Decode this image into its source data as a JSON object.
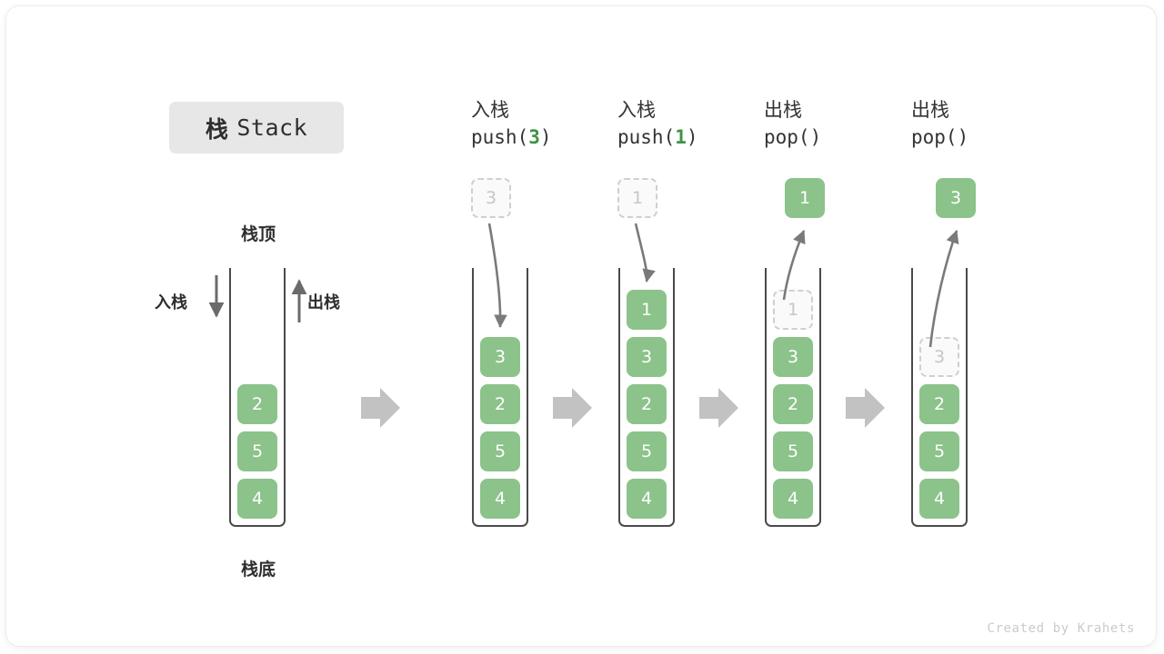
{
  "title": {
    "cn": "栈",
    "en": "Stack"
  },
  "labels": {
    "top": "栈顶",
    "bottom": "栈底",
    "push_side": "入栈",
    "pop_side": "出栈"
  },
  "footer": "Created by Krahets",
  "colors": {
    "element_green": "#8bc38a",
    "ghost_fill": "#fafafa",
    "ghost_border": "#cfcfcf",
    "ghost_text": "#c6c6c6",
    "container_wall": "#4a4a4a",
    "arrow_gray": "#7a7a7a",
    "step_arrow_gray": "#c2c2c2",
    "accent_green_text": "#3f9247",
    "chip_bg": "#e7e7e7"
  },
  "columns": [
    {
      "id": "initial",
      "header_cn": "",
      "header_fn": "",
      "header_arg": "",
      "stack": [
        "2",
        "5",
        "4"
      ],
      "floating": null,
      "ghost_index": -1
    },
    {
      "id": "push-3",
      "header_cn": "入栈",
      "header_fn_prefix": "push(",
      "header_arg": "3",
      "header_fn_suffix": ")",
      "stack": [
        "3",
        "2",
        "5",
        "4"
      ],
      "floating": {
        "value": "3",
        "style": "ghost"
      },
      "ghost_index": -1
    },
    {
      "id": "push-1",
      "header_cn": "入栈",
      "header_fn_prefix": "push(",
      "header_arg": "1",
      "header_fn_suffix": ")",
      "stack": [
        "1",
        "3",
        "2",
        "5",
        "4"
      ],
      "floating": {
        "value": "1",
        "style": "ghost"
      },
      "ghost_index": -1
    },
    {
      "id": "pop-1",
      "header_cn": "出栈",
      "header_fn_prefix": "pop(",
      "header_arg": "",
      "header_fn_suffix": ")",
      "stack": [
        "1",
        "3",
        "2",
        "5",
        "4"
      ],
      "floating": {
        "value": "1",
        "style": "solid"
      },
      "ghost_index": 0
    },
    {
      "id": "pop-2",
      "header_cn": "出栈",
      "header_fn_prefix": "pop(",
      "header_arg": "",
      "header_fn_suffix": ")",
      "stack": [
        "3",
        "2",
        "5",
        "4"
      ],
      "floating": {
        "value": "3",
        "style": "solid"
      },
      "ghost_index": 0
    }
  ],
  "cells": {
    "c0": [
      "2",
      "5",
      "4"
    ],
    "c1": [
      "3",
      "2",
      "5",
      "4"
    ],
    "c2": [
      "1",
      "3",
      "2",
      "5",
      "4"
    ],
    "c3": [
      "1",
      "3",
      "2",
      "5",
      "4"
    ],
    "c4": [
      "3",
      "2",
      "5",
      "4"
    ]
  },
  "headers": {
    "h1_cn": "入栈",
    "h1_pre": "push(",
    "h1_arg": "3",
    "h1_post": ")",
    "h2_cn": "入栈",
    "h2_pre": "push(",
    "h2_arg": "1",
    "h2_post": ")",
    "h3_cn": "出栈",
    "h3_pre": "pop(",
    "h3_arg": "",
    "h3_post": ")",
    "h4_cn": "出栈",
    "h4_pre": "pop(",
    "h4_arg": "",
    "h4_post": ")"
  },
  "floats": {
    "f1": "3",
    "f2": "1",
    "f3": "1",
    "f4": "3"
  },
  "ghosts": {
    "g3": "1",
    "g4": "3"
  }
}
